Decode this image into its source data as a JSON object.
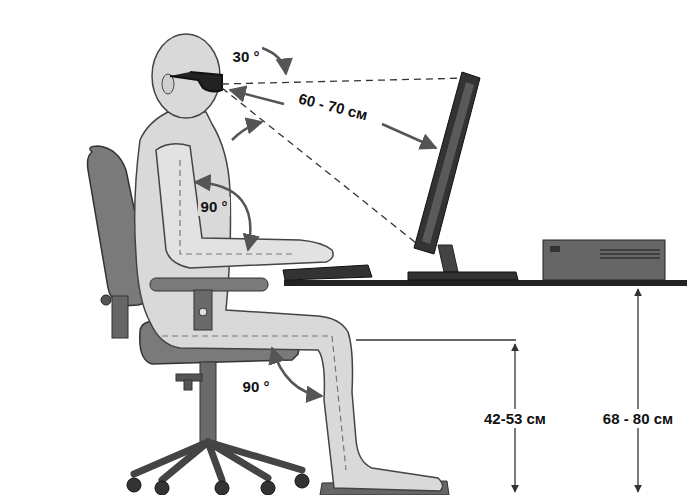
{
  "diagram": {
    "labels": [
      "30 °",
      "60 - 70 см",
      "90 °",
      "90 °",
      "42-53 см",
      "68 - 80 см"
    ]
  }
}
